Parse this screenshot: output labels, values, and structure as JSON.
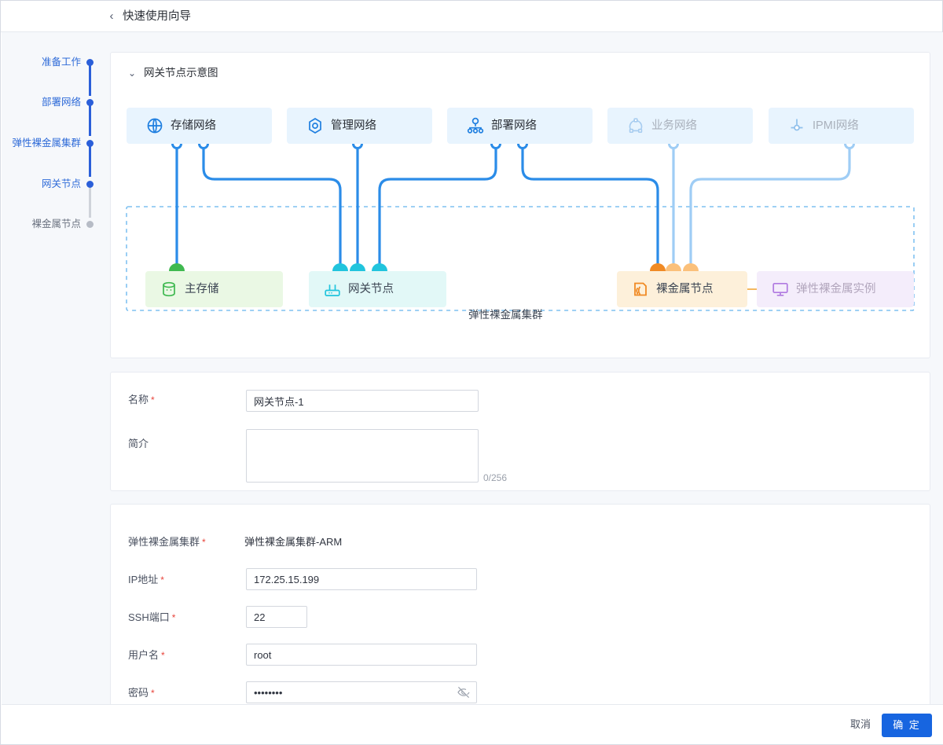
{
  "header": {
    "back_icon": "chevron-left-icon",
    "title": "快速使用向导"
  },
  "stepper": {
    "steps": [
      {
        "label": "准备工作",
        "state": "done"
      },
      {
        "label": "部署网络",
        "state": "done"
      },
      {
        "label": "弹性裸金属集群",
        "state": "done"
      },
      {
        "label": "网关节点",
        "state": "current"
      },
      {
        "label": "裸金属节点",
        "state": "pending"
      }
    ]
  },
  "diagram_section": {
    "chevron_icon": "chevron-down-icon",
    "title": "网关节点示意图",
    "networks": [
      {
        "label": "存储网络",
        "icon": "globe-icon",
        "dim": false
      },
      {
        "label": "管理网络",
        "icon": "hexagon-target-icon",
        "dim": false
      },
      {
        "label": "部署网络",
        "icon": "node-tree-icon",
        "dim": false
      },
      {
        "label": "业务网络",
        "icon": "ring-topology-icon",
        "dim": true
      },
      {
        "label": "IPMI网络",
        "icon": "ipmi-junction-icon",
        "dim": true
      }
    ],
    "cluster_caption": "弹性裸金属集群",
    "nodes": [
      {
        "label": "主存储",
        "icon": "database-icon",
        "color": "#3fb950"
      },
      {
        "label": "网关节点",
        "icon": "router-icon",
        "color": "#21c4dd"
      },
      {
        "label": "裸金属节点",
        "icon": "signal-icon",
        "color": "#f08a24"
      },
      {
        "label": "弹性裸金属实例",
        "icon": "monitor-icon",
        "color": "#b07ae0"
      }
    ],
    "colors": {
      "netbox_bg": "#e8f4fe",
      "wire_blue": "#2b8ce8",
      "wire_light": "#9fcdf5",
      "storage_bg": "#eaf8e4",
      "gateway_bg": "#e2f8f7",
      "baremetal_bg": "#fdf0da",
      "instance_bg": "#f4edfb",
      "dash_border": "#63b3ed"
    }
  },
  "form_basic": {
    "name": {
      "label": "名称",
      "required": true,
      "value": "网关节点-1"
    },
    "desc": {
      "label": "简介",
      "required": false,
      "value": "",
      "placeholder": "",
      "counter": "0/256"
    }
  },
  "form_connection": {
    "cluster": {
      "label": "弹性裸金属集群",
      "required": true,
      "value": "弹性裸金属集群-ARM"
    },
    "ip": {
      "label": "IP地址",
      "required": true,
      "value": "172.25.15.199"
    },
    "ssh_port": {
      "label": "SSH端口",
      "required": true,
      "value": "22"
    },
    "username": {
      "label": "用户名",
      "required": true,
      "value": "root"
    },
    "password": {
      "label": "密码",
      "required": true,
      "value": "••••••••",
      "toggle_icon": "eye-off-icon"
    }
  },
  "footer": {
    "cancel_label": "取消",
    "confirm_label": "确 定",
    "primary_color": "#1765e0"
  }
}
